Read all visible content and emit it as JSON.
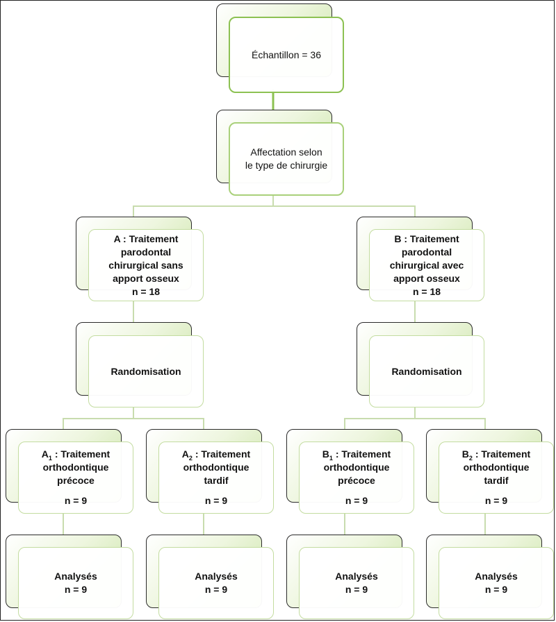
{
  "sample": {
    "label": "Échantillon = 36"
  },
  "allocation": {
    "line1": "Affectation selon",
    "line2": "le type de chirurgie"
  },
  "group_a": {
    "lines": [
      "A : Traitement",
      "parodontal",
      "chirurgical sans",
      "apport osseux"
    ],
    "count": "n = 18"
  },
  "group_b": {
    "lines": [
      "B : Traitement",
      "parodontal",
      "chirurgical avec",
      "apport osseux"
    ],
    "count": "n = 18"
  },
  "randomisation": {
    "label": "Randomisation"
  },
  "subgroups": {
    "a1": {
      "letter": "A",
      "sub": "1",
      "title": " : Traitement",
      "line2": "orthodontique",
      "line3": "précoce",
      "count": "n = 9"
    },
    "a2": {
      "letter": "A",
      "sub": "2",
      "title": " : Traitement",
      "line2": "orthodontique",
      "line3": "tardif",
      "count": "n = 9"
    },
    "b1": {
      "letter": "B",
      "sub": "1",
      "title": " : Traitement",
      "line2": "orthodontique",
      "line3": "précoce",
      "count": "n = 9"
    },
    "b2": {
      "letter": "B",
      "sub": "2",
      "title": " : Traitement",
      "line2": "orthodontique",
      "line3": "tardif",
      "count": "n = 9"
    }
  },
  "analysed": {
    "label": "Analysés",
    "count": "n = 9"
  },
  "colors": {
    "accent_green": "#8cc152",
    "light_green": "#c3dca0",
    "connector": "#c8dcae"
  }
}
